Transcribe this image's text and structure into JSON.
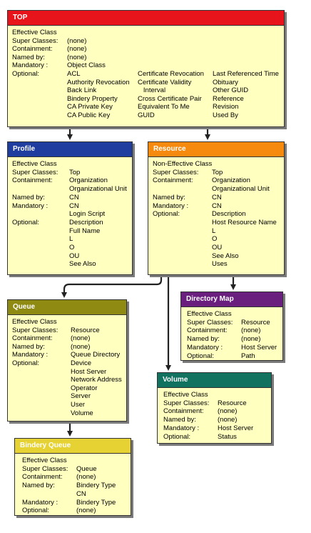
{
  "colors": {
    "top": "#e8141c",
    "profile": "#1e3d9e",
    "resource": "#f58a0e",
    "queue": "#8e8a12",
    "bindery_queue": "#e6d233",
    "directory_map": "#6a1f7e",
    "volume": "#117260",
    "box_fill": "#ffffc0"
  },
  "boxes": [
    {
      "id": "top",
      "title": "TOP",
      "rows": [
        [
          "Effective Class"
        ],
        [
          "Super Classes:",
          "(none)"
        ],
        [
          "Containment:",
          "(none)"
        ],
        [
          "Named by:",
          "(none)"
        ],
        [
          "Mandatory :",
          "Object Class"
        ],
        [
          "Optional:",
          "ACL",
          "Certificate Revocation",
          "Last Referenced Time"
        ],
        [
          "",
          "Authority Revocation",
          "Certificate Validity",
          "Obituary"
        ],
        [
          "",
          "Back Link",
          "   Interval",
          "Other GUID"
        ],
        [
          "",
          "Bindery Property",
          "Cross Certificate Pair",
          "Reference"
        ],
        [
          "",
          "CA Private Key",
          "Equivalent To Me",
          "Revision"
        ],
        [
          "",
          "CA Public Key",
          "GUID",
          "Used By"
        ]
      ]
    },
    {
      "id": "profile",
      "title": "Profile",
      "rows": [
        [
          "Effective Class"
        ],
        [
          "Super Classes:",
          "Top"
        ],
        [
          "Containment:",
          "Organization"
        ],
        [
          "",
          "Organizational Unit"
        ],
        [
          "Named by:",
          "CN"
        ],
        [
          "Mandatory :",
          "CN"
        ],
        [
          "",
          "Login Script"
        ],
        [
          "Optional:",
          "Description"
        ],
        [
          "",
          "Full Name"
        ],
        [
          "",
          "L"
        ],
        [
          "",
          "O"
        ],
        [
          "",
          "OU"
        ],
        [
          "",
          "See Also"
        ]
      ]
    },
    {
      "id": "resource",
      "title": "Resource",
      "rows": [
        [
          "Non-Effective Class"
        ],
        [
          "Super Classes:",
          "Top"
        ],
        [
          "Containment:",
          "Organization"
        ],
        [
          "",
          "Organizational Unit"
        ],
        [
          "Named by:",
          "CN"
        ],
        [
          "Mandatory :",
          "CN"
        ],
        [
          "Optional:",
          "Description"
        ],
        [
          "",
          "Host Resource Name"
        ],
        [
          "",
          "L"
        ],
        [
          "",
          "O"
        ],
        [
          "",
          "OU"
        ],
        [
          "",
          "See Also"
        ],
        [
          "",
          "Uses"
        ]
      ]
    },
    {
      "id": "queue",
      "title": "Queue",
      "rows": [
        [
          "Effective Class"
        ],
        [
          "Super Classes:",
          "Resource"
        ],
        [
          "Containment:",
          "(none)"
        ],
        [
          "Named by:",
          "(none)"
        ],
        [
          "Mandatory :",
          "Queue Directory"
        ],
        [
          "Optional:",
          "Device"
        ],
        [
          "",
          "Host Server"
        ],
        [
          "",
          "Network Address"
        ],
        [
          "",
          "Operator"
        ],
        [
          "",
          "Server"
        ],
        [
          "",
          "User"
        ],
        [
          "",
          "Volume"
        ]
      ]
    },
    {
      "id": "bindery_queue",
      "title": "Bindery Queue",
      "rows": [
        [
          "Effective Class"
        ],
        [
          "Super Classes:",
          "Queue"
        ],
        [
          "Containment:",
          "(none)"
        ],
        [
          "Named by:",
          "Bindery Type"
        ],
        [
          "",
          "CN"
        ],
        [
          "Mandatory :",
          "Bindery Type"
        ],
        [
          "Optional:",
          "(none)"
        ]
      ]
    },
    {
      "id": "directory_map",
      "title": "Directory Map",
      "rows": [
        [
          "Effective Class"
        ],
        [
          "Super Classes:",
          "Resource"
        ],
        [
          "Containment:",
          "(none)"
        ],
        [
          "Named by:",
          "(none)"
        ],
        [
          "Mandatory :",
          "Host Server"
        ],
        [
          "Optional:",
          "Path"
        ]
      ]
    },
    {
      "id": "volume",
      "title": "Volume",
      "rows": [
        [
          "Effective Class"
        ],
        [
          "Super Classes:",
          "Resource"
        ],
        [
          "Containment:",
          "(none)"
        ],
        [
          "Named by:",
          "(none)"
        ],
        [
          "Mandatory :",
          "Host Server"
        ],
        [
          "Optional:",
          "Status"
        ]
      ]
    }
  ]
}
